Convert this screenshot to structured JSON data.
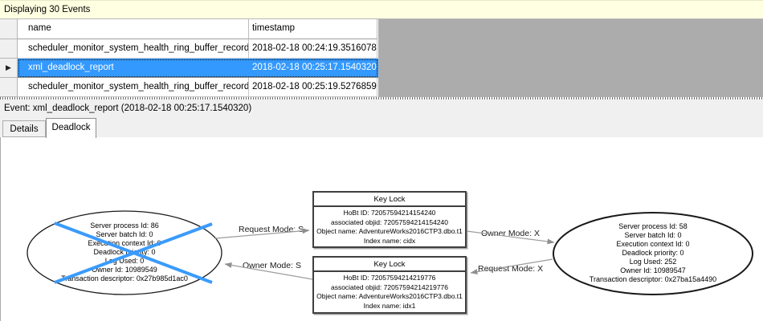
{
  "header": {
    "title": "Displaying 30 Events"
  },
  "table": {
    "columns": [
      "name",
      "timestamp"
    ],
    "rows": [
      {
        "name": "scheduler_monitor_system_health_ring_buffer_recorded",
        "timestamp": "2018-02-18 00:24:19.3516078",
        "selected": false
      },
      {
        "name": "xml_deadlock_report",
        "timestamp": "2018-02-18 00:25:17.1540320",
        "selected": true
      },
      {
        "name": "scheduler_monitor_system_health_ring_buffer_recorded",
        "timestamp": "2018-02-18 00:25:19.5276859",
        "selected": false
      }
    ],
    "current_row_indicator": "▶"
  },
  "event_bar": {
    "label": "Event: xml_deadlock_report (2018-02-18 00:25:17.1540320)"
  },
  "tabs": [
    {
      "label": "Details",
      "active": false
    },
    {
      "label": "Deadlock",
      "active": true
    }
  ],
  "deadlock_graph": {
    "process_left": {
      "victim": true,
      "lines": [
        "Server process Id: 86",
        "Server batch Id: 0",
        "Execution context Id: 0",
        "Deadlock priority: 0",
        "Log Used: 0",
        "Owner Id: 10989549",
        "Transaction descriptor: 0x27b985d1ac0"
      ]
    },
    "process_right": {
      "victim": false,
      "lines": [
        "Server process Id: 58",
        "Server batch Id: 0",
        "Execution context Id: 0",
        "Deadlock priority: 0",
        "Log Used: 252",
        "Owner Id: 10989547",
        "Transaction descriptor: 0x27ba15a4490"
      ]
    },
    "resource_top": {
      "title": "Key Lock",
      "lines": [
        "HoBt ID: 72057594214154240",
        "associated objid: 72057594214154240",
        "Object name: AdventureWorks2016CTP3.dbo.t1",
        "Index name: cidx"
      ]
    },
    "resource_bottom": {
      "title": "Key Lock",
      "lines": [
        "HoBt ID: 72057594214219776",
        "associated objid: 72057594214219776",
        "Object name: AdventureWorks2016CTP3.dbo.t1",
        "Index name: idx1"
      ]
    },
    "edges": [
      {
        "label": "Request Mode: S",
        "from": "process_left",
        "to": "resource_top"
      },
      {
        "label": "Owner Mode: S",
        "from": "resource_bottom",
        "to": "process_left"
      },
      {
        "label": "Owner Mode: X",
        "from": "resource_top",
        "to": "process_right"
      },
      {
        "label": "Request Mode: X",
        "from": "process_right",
        "to": "resource_bottom"
      }
    ]
  },
  "colors": {
    "info_bar": "#FFFFE1",
    "selection": "#3399FF",
    "victim_cross": "#3A9BFC",
    "grid_background": "#ACACAC",
    "edge_line": "#9C9C9C"
  }
}
